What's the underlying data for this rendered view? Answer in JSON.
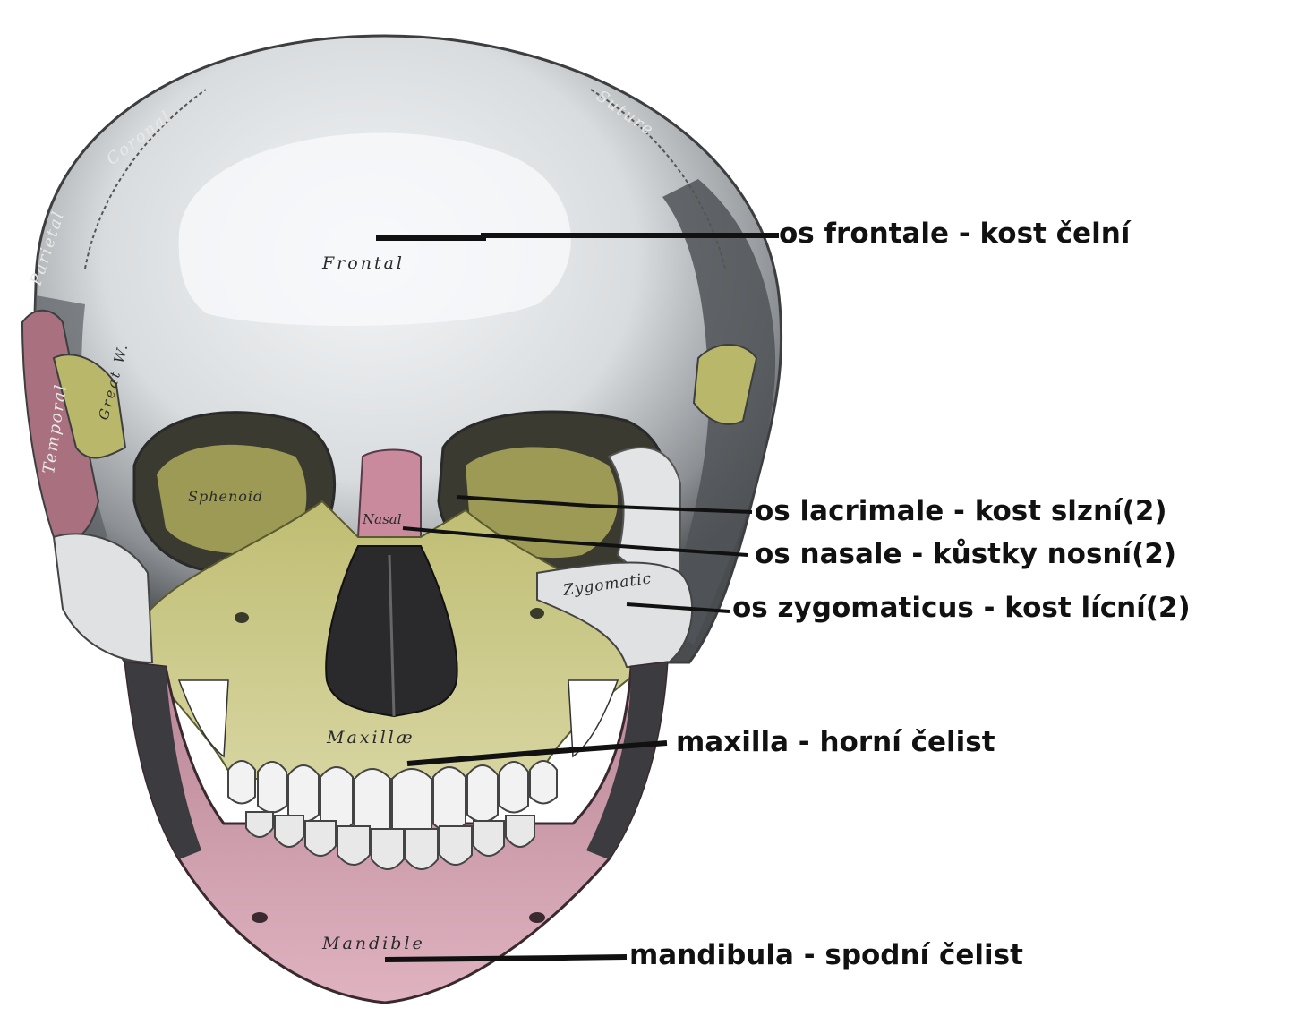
{
  "labels": {
    "frontale": "os frontale - kost čelní",
    "lacrimale": "os lacrimale - kost slzní(2)",
    "nasale": "os nasale - kůstky nosní(2)",
    "zygomaticus": "os zygomaticus - kost lícní(2)",
    "maxilla": "maxilla - horní čelist",
    "mandibula": "mandibula - spodní čelist"
  },
  "engraved": {
    "frontal": "Frontal",
    "coronal": "Coronal",
    "suture": "Suture",
    "parietal": "Parietal",
    "temporal": "Temporal",
    "great_wing": "Great W.",
    "sphenoid": "Sphenoid",
    "nasal": "Nasal",
    "zygomatic": "Zygomatic",
    "maxillae": "Maxillæ",
    "mandible": "Mandible"
  },
  "colors": {
    "bone_white": "#e6e8ea",
    "bone_shadow": "#5a5e62",
    "sphenoid_yellow": "#b9b86a",
    "maxilla_yellow": "#c6c47a",
    "nasal_pink": "#c98a9e",
    "mandible_pink": "#d8a6b6",
    "temporal_pink": "#a9707f",
    "dark": "#2c2c30"
  }
}
